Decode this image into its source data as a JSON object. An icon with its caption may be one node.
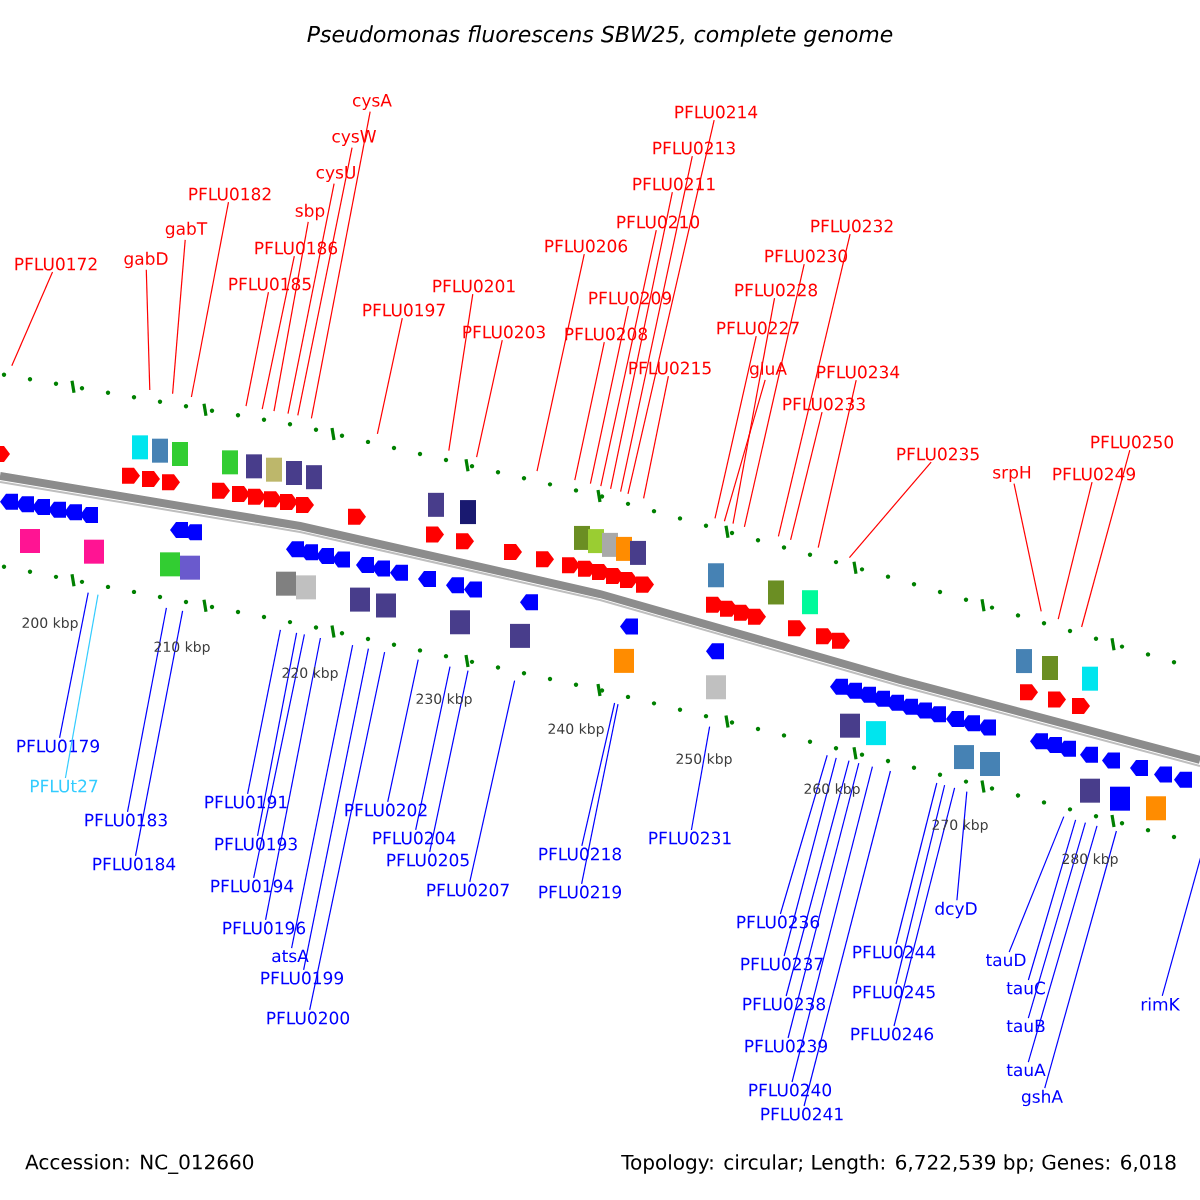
{
  "diagram": {
    "title": "Pseudomonas fluorescens SBW25, complete genome",
    "nodes": [
      {
        "text": [
          "PFLU0172"
        ]
      },
      {
        "text": [
          "gabD"
        ]
      },
      {
        "text": [
          "gabT"
        ]
      },
      {
        "text": [
          "PFLU0182"
        ]
      },
      {
        "text": [
          "PFLU0185"
        ]
      },
      {
        "text": [
          "PFLU0186"
        ]
      },
      {
        "text": [
          "sbp"
        ]
      },
      {
        "text": [
          "cysU"
        ]
      },
      {
        "text": [
          "cysW"
        ]
      },
      {
        "text": [
          "cysA"
        ]
      },
      {
        "text": [
          "PFLU0197"
        ]
      },
      {
        "text": [
          "PFLU0201"
        ]
      },
      {
        "text": [
          "PFLU0203"
        ]
      },
      {
        "text": [
          "PFLU0206"
        ]
      },
      {
        "text": [
          "PFLU0208"
        ]
      },
      {
        "text": [
          "PFLU0209"
        ]
      },
      {
        "text": [
          "PFLU0210"
        ]
      },
      {
        "text": [
          "PFLU0211"
        ]
      },
      {
        "text": [
          "PFLU0213"
        ]
      },
      {
        "text": [
          "PFLU0214"
        ]
      },
      {
        "text": [
          "PFLU0215"
        ]
      },
      {
        "text": [
          "PFLU0227"
        ]
      },
      {
        "text": [
          "gluA"
        ]
      },
      {
        "text": [
          "PFLU0228"
        ]
      },
      {
        "text": [
          "PFLU0230"
        ]
      },
      {
        "text": [
          "PFLU0232"
        ]
      },
      {
        "text": [
          "PFLU0233"
        ]
      },
      {
        "text": [
          "PFLU0234"
        ]
      },
      {
        "text": [
          "PFLU0235"
        ]
      },
      {
        "text": [
          "srpH"
        ]
      },
      {
        "text": [
          "PFLU0249"
        ]
      },
      {
        "text": [
          "PFLU0250"
        ]
      },
      {
        "text": [
          "PFLU0179"
        ]
      },
      {
        "text": [
          "PFLUt27"
        ]
      },
      {
        "text": [
          "PFLU0183"
        ]
      },
      {
        "text": [
          "PFLU0184"
        ]
      },
      {
        "text": [
          "PFLU0191"
        ]
      },
      {
        "text": [
          "PFLU0193"
        ]
      },
      {
        "text": [
          "PFLU0194"
        ]
      },
      {
        "text": [
          "PFLU0196"
        ]
      },
      {
        "text": [
          "atsA"
        ]
      },
      {
        "text": [
          "PFLU0199"
        ]
      },
      {
        "text": [
          "PFLU0200"
        ]
      },
      {
        "text": [
          "PFLU0202"
        ]
      },
      {
        "text": [
          "PFLU0204"
        ]
      },
      {
        "text": [
          "PFLU0205"
        ]
      },
      {
        "text": [
          "PFLU0207"
        ]
      },
      {
        "text": [
          "PFLU0218"
        ]
      },
      {
        "text": [
          "PFLU0219"
        ]
      },
      {
        "text": [
          "PFLU0231"
        ]
      },
      {
        "text": [
          "PFLU0236"
        ]
      },
      {
        "text": [
          "PFLU0237"
        ]
      },
      {
        "text": [
          "PFLU0238"
        ]
      },
      {
        "text": [
          "PFLU0239"
        ]
      },
      {
        "text": [
          "PFLU0240"
        ]
      },
      {
        "text": [
          "PFLU0241"
        ]
      },
      {
        "text": [
          "PFLU0244"
        ]
      },
      {
        "text": [
          "PFLU0245"
        ]
      },
      {
        "text": [
          "PFLU0246"
        ]
      },
      {
        "text": [
          "dcyD"
        ]
      },
      {
        "text": [
          "tauD"
        ]
      },
      {
        "text": [
          "tauC"
        ]
      },
      {
        "text": [
          "tauB"
        ]
      },
      {
        "text": [
          "tauA"
        ]
      },
      {
        "text": [
          "gshA"
        ]
      },
      {
        "text": [
          "rimK"
        ]
      }
    ],
    "edges": [
      {
        "from": 0,
        "to": null,
        "arrow": "none",
        "color": "#ff0000"
      },
      {
        "from": 1,
        "to": null,
        "arrow": "none",
        "color": "#ff0000"
      },
      {
        "from": 2,
        "to": null,
        "arrow": "none",
        "color": "#ff0000"
      },
      {
        "from": 3,
        "to": null,
        "arrow": "none",
        "color": "#ff0000"
      },
      {
        "from": 4,
        "to": null,
        "arrow": "none",
        "color": "#ff0000"
      },
      {
        "from": 5,
        "to": null,
        "arrow": "none",
        "color": "#ff0000"
      },
      {
        "from": 6,
        "to": null,
        "arrow": "none",
        "color": "#ff0000"
      },
      {
        "from": 7,
        "to": null,
        "arrow": "none",
        "color": "#ff0000"
      },
      {
        "from": 8,
        "to": null,
        "arrow": "none",
        "color": "#ff0000"
      },
      {
        "from": 9,
        "to": null,
        "arrow": "none",
        "color": "#ff0000"
      },
      {
        "from": 10,
        "to": null,
        "arrow": "none",
        "color": "#ff0000"
      },
      {
        "from": 11,
        "to": null,
        "arrow": "none",
        "color": "#ff0000"
      },
      {
        "from": 12,
        "to": null,
        "arrow": "none",
        "color": "#ff0000"
      },
      {
        "from": 13,
        "to": null,
        "arrow": "none",
        "color": "#ff0000"
      },
      {
        "from": 14,
        "to": null,
        "arrow": "none",
        "color": "#ff0000"
      },
      {
        "from": 15,
        "to": null,
        "arrow": "none",
        "color": "#ff0000"
      },
      {
        "from": 16,
        "to": null,
        "arrow": "none",
        "color": "#ff0000"
      },
      {
        "from": 17,
        "to": null,
        "arrow": "none",
        "color": "#ff0000"
      },
      {
        "from": 18,
        "to": null,
        "arrow": "none",
        "color": "#ff0000"
      },
      {
        "from": 19,
        "to": null,
        "arrow": "none",
        "color": "#ff0000"
      },
      {
        "from": 20,
        "to": null,
        "arrow": "none",
        "color": "#ff0000"
      },
      {
        "from": 21,
        "to": null,
        "arrow": "none",
        "color": "#ff0000"
      },
      {
        "from": 22,
        "to": null,
        "arrow": "none",
        "color": "#ff0000"
      },
      {
        "from": 23,
        "to": null,
        "arrow": "none",
        "color": "#ff0000"
      },
      {
        "from": 24,
        "to": null,
        "arrow": "none",
        "color": "#ff0000"
      },
      {
        "from": 25,
        "to": null,
        "arrow": "none",
        "color": "#ff0000"
      },
      {
        "from": 26,
        "to": null,
        "arrow": "none",
        "color": "#ff0000"
      },
      {
        "from": 27,
        "to": null,
        "arrow": "none",
        "color": "#ff0000"
      },
      {
        "from": 28,
        "to": null,
        "arrow": "none",
        "color": "#ff0000"
      },
      {
        "from": 29,
        "to": null,
        "arrow": "none",
        "color": "#ff0000"
      },
      {
        "from": 30,
        "to": null,
        "arrow": "none",
        "color": "#ff0000"
      },
      {
        "from": 31,
        "to": null,
        "arrow": "none",
        "color": "#ff0000"
      },
      {
        "from": 32,
        "to": null,
        "arrow": "none"
      },
      {
        "from": 33,
        "to": null,
        "arrow": "none",
        "color": "#33ccff"
      },
      {
        "from": 34,
        "to": null,
        "arrow": "none"
      },
      {
        "from": 35,
        "to": null,
        "arrow": "none"
      },
      {
        "from": 36,
        "to": null,
        "arrow": "none"
      },
      {
        "from": 37,
        "to": null,
        "arrow": "none"
      },
      {
        "from": 38,
        "to": null,
        "arrow": "none"
      },
      {
        "from": 39,
        "to": null,
        "arrow": "none"
      },
      {
        "from": 40,
        "to": null,
        "arrow": "none"
      },
      {
        "from": 41,
        "to": null,
        "arrow": "none"
      },
      {
        "from": 42,
        "to": null,
        "arrow": "none"
      },
      {
        "from": 43,
        "to": null,
        "arrow": "none"
      },
      {
        "from": 44,
        "to": null,
        "arrow": "none"
      },
      {
        "from": 45,
        "to": null,
        "arrow": "none"
      },
      {
        "from": 46,
        "to": null,
        "arrow": "none"
      },
      {
        "from": 47,
        "to": null,
        "arrow": "none"
      },
      {
        "from": 48,
        "to": null,
        "arrow": "none"
      },
      {
        "from": 49,
        "to": null,
        "arrow": "none"
      },
      {
        "from": 50,
        "to": null,
        "arrow": "none"
      },
      {
        "from": 51,
        "to": null,
        "arrow": "none"
      },
      {
        "from": 52,
        "to": null,
        "arrow": "none"
      },
      {
        "from": 53,
        "to": null,
        "arrow": "none"
      },
      {
        "from": 54,
        "to": null,
        "arrow": "none"
      },
      {
        "from": 55,
        "to": null,
        "arrow": "none"
      },
      {
        "from": 56,
        "to": null,
        "arrow": "none"
      },
      {
        "from": 57,
        "to": null,
        "arrow": "none"
      },
      {
        "from": 58,
        "to": null,
        "arrow": "none"
      },
      {
        "from": 59,
        "to": null,
        "arrow": "none"
      },
      {
        "from": 60,
        "to": null,
        "arrow": "none"
      },
      {
        "from": 61,
        "to": null,
        "arrow": "none"
      },
      {
        "from": 62,
        "to": null,
        "arrow": "none"
      },
      {
        "from": 63,
        "to": null,
        "arrow": "none"
      },
      {
        "from": 64,
        "to": null,
        "arrow": "none"
      },
      {
        "from": 65,
        "to": null,
        "arrow": "none"
      }
    ],
    "labels": [
      "200 kbp",
      "210 kbp",
      "220 kbp",
      "230 kbp",
      "240 kbp",
      "250 kbp",
      "260 kbp",
      "270 kbp",
      "280 kbp",
      "Accession: NC_012660",
      "Topology: circular; Length: 6,722,539 bp; Genes: 6,018"
    ]
  }
}
